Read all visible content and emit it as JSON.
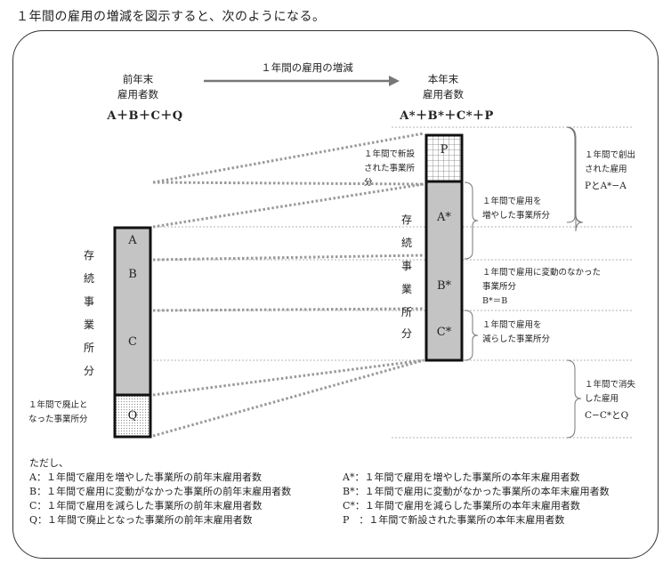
{
  "heading": "１年間の雇用の増減を図示すると、次のようになる。",
  "arrow_label": "１年間の雇用の増減",
  "prev": {
    "line1": "前年末",
    "line2": "雇用者数",
    "formula": "A＋B＋C＋Q"
  },
  "curr": {
    "line1": "本年末",
    "line2": "雇用者数",
    "formula": "A*＋B*＋C*＋P"
  },
  "left_bar": {
    "A": "A",
    "B": "B",
    "C": "C",
    "Q": "Q"
  },
  "right_bar": {
    "P": "P",
    "A": "A*",
    "B": "B*",
    "C": "C*"
  },
  "left_vertical": [
    "存",
    "続",
    "事",
    "業",
    "所",
    "分"
  ],
  "right_vertical": [
    "存",
    "続",
    "事",
    "業",
    "所",
    "分"
  ],
  "notes": {
    "new": [
      "１年間で新設",
      "された事業所分"
    ],
    "closed": [
      "１年間で廃止と",
      "なった事業所分"
    ],
    "increased": [
      "１年間で雇用を",
      "増やした事業所分"
    ],
    "unchanged": [
      "１年間で雇用に変動のなかった",
      "事業所分",
      "B*＝B"
    ],
    "decreased": [
      "１年間で雇用を",
      "減らした事業所分"
    ],
    "created": [
      "１年間で創出",
      "された雇用",
      "PとA*−A"
    ],
    "lost": [
      "１年間で消失",
      "した雇用",
      "C−C*とQ"
    ]
  },
  "legend": {
    "intro": "ただし、",
    "left": [
      "A：１年間で雇用を増やした事業所の前年末雇用者数",
      "B：１年間で雇用に変動がなかった事業所の前年末雇用者数",
      "C：１年間で雇用を減らした事業所の前年末雇用者数",
      "Q：１年間で廃止となった事業所の前年末雇用者数"
    ],
    "right": [
      "A*：１年間で雇用を増やした事業所の本年末雇用者数",
      "B*：１年間で雇用に変動がなかった事業所の本年末雇用者数",
      "C*：１年間で雇用を減らした事業所の本年末雇用者数",
      "P　：１年間で新設された事業所の本年末雇用者数"
    ]
  },
  "colors": {
    "bar": "#c4c4c4",
    "stroke": "#111111",
    "dashed": "#9a9a9a"
  }
}
